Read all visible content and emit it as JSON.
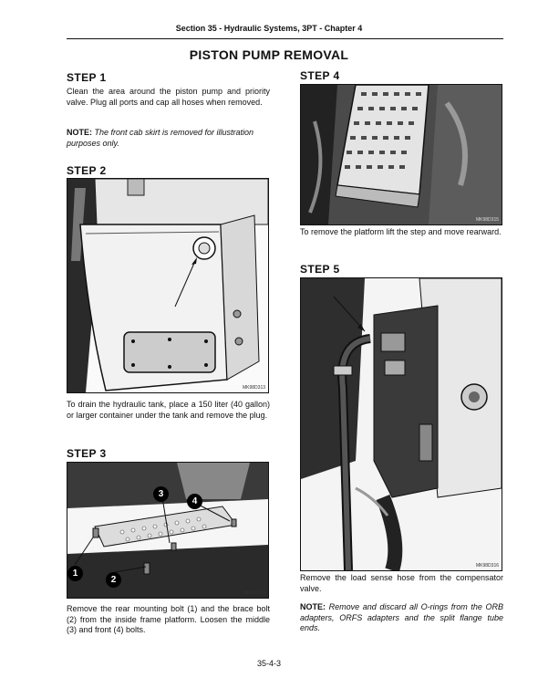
{
  "header": "Section 35 - Hydraulic Systems, 3PT - Chapter 4",
  "title": "PISTON PUMP REMOVAL",
  "step1": {
    "heading": "STEP 1",
    "text": "Clean the area around the piston pump and priority valve. Plug all ports and cap all hoses when removed.",
    "note_label": "NOTE:",
    "note_text": " The front cab skirt is removed for illustration purposes only."
  },
  "step2": {
    "heading": "STEP 2",
    "figure_id": "MK98D313",
    "text": "To drain the hydraulic tank, place a 150 liter (40 gallon) or larger container under the tank and remove the plug."
  },
  "step3": {
    "heading": "STEP 3",
    "figure_id": "MK98D314",
    "callouts": [
      "1",
      "2",
      "3",
      "4"
    ],
    "text": "Remove the rear mounting bolt (1) and the brace bolt (2) from the inside frame platform. Loosen the middle (3) and front (4) bolts."
  },
  "step4": {
    "heading": "STEP 4",
    "figure_id": "MK98D315",
    "text": "To remove the platform lift the step and move rearward."
  },
  "step5": {
    "heading": "STEP 5",
    "figure_id": "MK98D316",
    "text": "Remove the load sense hose from the compensator valve.",
    "note_label": "NOTE:",
    "note_text": " Remove and discard all O-rings from the ORB adapters, ORFS adapters and the split flange tube ends."
  },
  "page_number": "35-4-3"
}
